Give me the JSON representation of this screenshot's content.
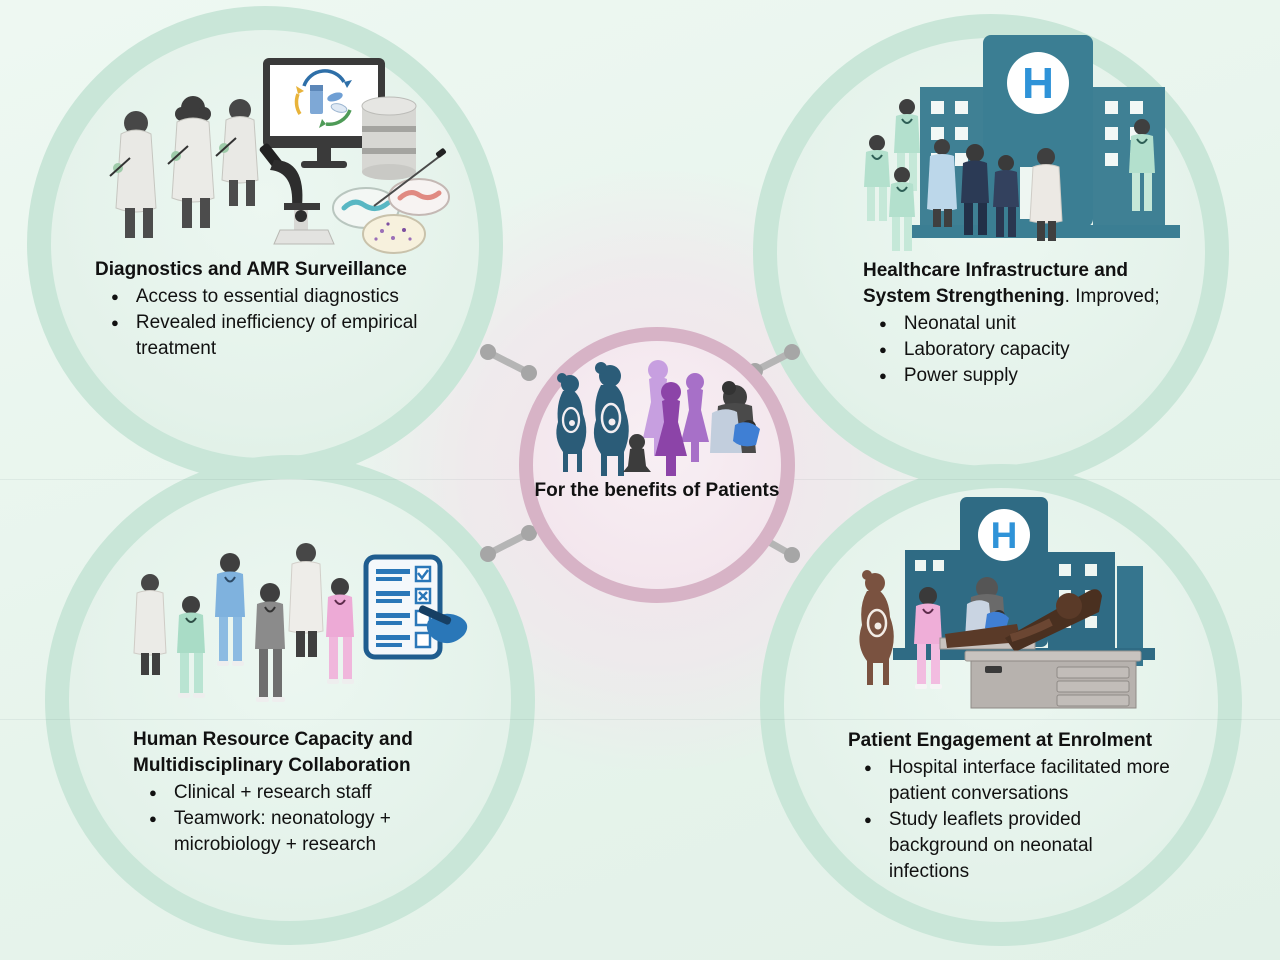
{
  "title": "Benefits-for-patients infographic",
  "center": {
    "label": "For the benefits of Patients",
    "ring_color": "#d7b3c6",
    "fill_color": "#f3e6ed",
    "figures": [
      "pregnant-woman-teal",
      "pregnant-woman-teal",
      "toddler",
      "woman-light-purple",
      "woman-purple",
      "woman-violet",
      "mother-holding-baby"
    ]
  },
  "nodes": [
    {
      "id": "diagnostics",
      "title": "Diagnostics and AMR Surveillance",
      "title_suffix": "",
      "bullets": [
        "Access to essential diagnostics",
        "Revealed inefficiency of empirical treatment"
      ],
      "illustration": [
        "scientist-figures",
        "computer-monitor-medicines",
        "microscope",
        "database-stack",
        "petri-dishes",
        "inoculation-needle"
      ]
    },
    {
      "id": "infrastructure",
      "title": "Healthcare Infrastructure and System Strengthening",
      "title_suffix": ". Improved;",
      "bullets": [
        "Neonatal unit",
        "Laboratory capacity",
        "Power supply"
      ],
      "illustration": [
        "hospital-building",
        "nurse-figures",
        "doctor-figures",
        "suit-figures"
      ]
    },
    {
      "id": "human-resource",
      "title": "Human Resource Capacity and Multidisciplinary Collaboration",
      "title_suffix": "",
      "bullets": [
        "Clinical + research staff",
        "Teamwork: neonatology + microbiology + research"
      ],
      "illustration": [
        "clinical-staff-figures",
        "research-staff-figures",
        "checklist-with-pen"
      ]
    },
    {
      "id": "patient-engagement",
      "title": "Patient Engagement at Enrolment",
      "title_suffix": "",
      "bullets": [
        "Hospital interface facilitated more patient conversations",
        "Study leaflets provided background on neonatal infections"
      ],
      "illustration": [
        "pregnant-woman",
        "hospital-building",
        "nurse-figure",
        "caregiver-with-baby",
        "patient-on-exam-chair"
      ]
    }
  ],
  "icons": {
    "hospital_letter": "H"
  },
  "colors": {
    "background_mint": "#e7f4ec",
    "circle_ring_mint": "#c9e6d8",
    "circle_fill_mint": "#e4f2ea",
    "center_ring_pink": "#d7b3c6",
    "center_fill_pink": "#f3e6ed",
    "connector_gray": "#adadad",
    "hospital_teal": "#3b7e93",
    "hospital_teal_dark": "#2f6b84",
    "hospital_letter_blue": "#2f93d8",
    "scrub_mint": "#b3e0cd",
    "scrub_blue": "#7fb2de",
    "scrub_pink": "#edaad6",
    "scrub_gray": "#8b8b8b",
    "lab_coat": "#e9e9e5",
    "checklist_blue": "#2a77b8",
    "pregnant_teal": "#2b5c78",
    "pregnant_brown": "#7a5240",
    "purple_light": "#c79fe0",
    "purple_mid": "#a770c8",
    "purple_dark": "#8c44a8",
    "baby_blue": "#3f7fd4",
    "text_black": "#111111"
  }
}
